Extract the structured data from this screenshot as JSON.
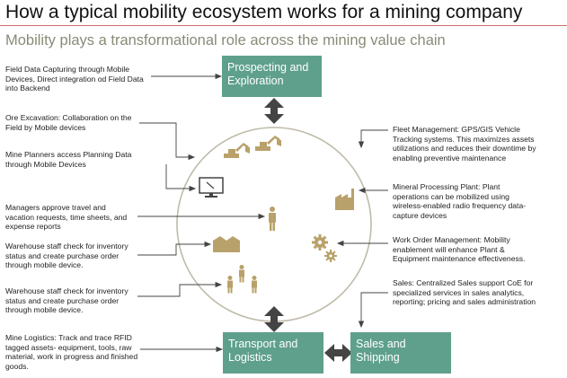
{
  "title": "How a typical mobility ecosystem works for a mining company",
  "subtitle": "Mobility plays a transformational role across the mining value chain",
  "boxes": {
    "prospecting": [
      "Prospecting and",
      "Exploration"
    ],
    "transport": [
      "Transport and",
      "Logistics"
    ],
    "sales": [
      "Sales and",
      "Shipping"
    ]
  },
  "left_notes": [
    "Field Data Capturing through Mobile Devices, Direct integration od Field Data into Backend",
    "Ore Excavation: Collaboration on the Field by Mobile devices",
    "Mine Planners  access Planning Data through Mobile Devices",
    "Managers approve travel and vacation requests, time sheets, and expense reports",
    "Warehouse staff  check for inventory status and create purchase order through mobile device.",
    "Warehouse staff  check for inventory status and create purchase order through mobile device.",
    "Mine Logistics: Track and trace RFID tagged assets- equipment, tools, raw material, work in progress and finished goods."
  ],
  "right_notes": [
    "Fleet Management: GPS/GIS Vehicle Tracking systems. This maximizes assets utilizations and reduces their downtime by enabling preventive maintenance",
    "Mineral Processing Plant: Plant operations can be mobilized using wireless-enabled radio frequency data-capture devices",
    "Work Order Management: Mobility enablement will enhance Plant & Equipment maintenance  effectiveness.",
    "Sales: Centralized Sales support CoE for specialized services in sales analytics, reporting; pricing and sales administration"
  ],
  "icons": [
    "excavator-icon",
    "excavator-icon",
    "monitor-icon",
    "person-icon",
    "factory-icon",
    "warehouse-icon",
    "gears-icon",
    "people-icon"
  ],
  "colors": {
    "box": "#5fa08c",
    "arrow": "#444444",
    "circle": "#bfbaa8",
    "icon": "#b8a16a",
    "rule": "#d0706a"
  }
}
